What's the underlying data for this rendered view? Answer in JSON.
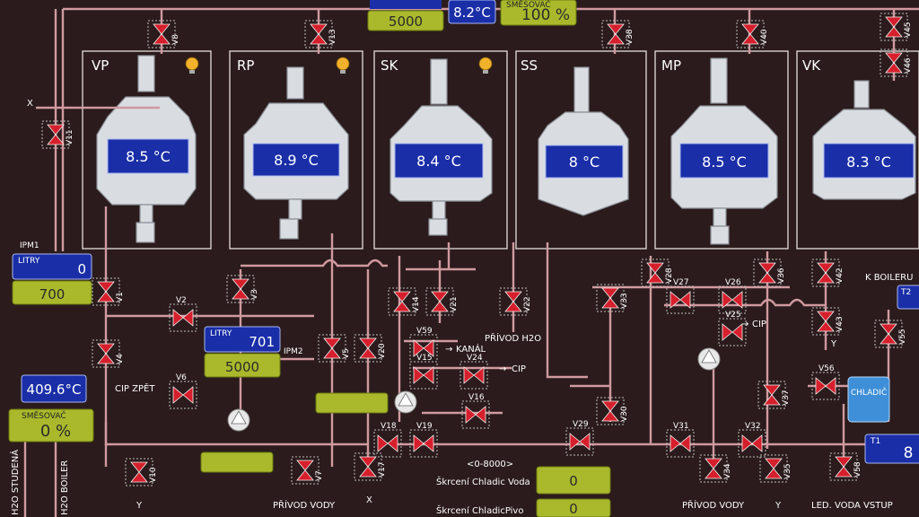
{
  "top": {
    "value_green": "5000",
    "temp_mid": "8.2°C",
    "smesovac_small": "SMĚSOVAČ",
    "smesovac_value": "100 %"
  },
  "tanks": [
    {
      "label": "VP",
      "temp": "8.5 °C"
    },
    {
      "label": "RP",
      "temp": "8.9 °C"
    },
    {
      "label": "SK",
      "temp": "8.4 °C"
    },
    {
      "label": "SS",
      "temp": "8   °C"
    },
    {
      "label": "MP",
      "temp": "8.5 °C"
    },
    {
      "label": "VK",
      "temp": "8.3 °C"
    }
  ],
  "left": {
    "x_top": "X",
    "ipm1": "IPM1",
    "litry1_label": "LITRY",
    "litry1_value": "0",
    "litry1_green": "700",
    "temp_409": "409.6°C",
    "smesovac2_label": "SMĚSOVAČ",
    "smesovac2_value": "0  %",
    "h2o_studena": "H2O STUDENÁ",
    "h2o_boiler": "H2O BOILER"
  },
  "center": {
    "litry2_label": "LITRY",
    "litry2_value": "701",
    "litry2_green": "5000",
    "ipm2": "IPM2",
    "cip_zpet": "CIP ZPĚT",
    "kanal": "KANÁL",
    "cip1": "CIP",
    "privod_h2o": "PŘÍVOD H2O",
    "privod_vody": "PŘÍVOD VODY",
    "y1": "Y",
    "x_bottom": "X",
    "range": "<0-8000>",
    "skrceni1": "Škrcení Chladic Voda",
    "skrceni1_value": "0",
    "skrceni2": "Škrcení ChladicPivo",
    "skrceni2_value": "0"
  },
  "right": {
    "cip2": "CIP",
    "k_boileru": "K BOILERU",
    "t2": "T2",
    "chladic": "CHLADIČ",
    "t1": "T1",
    "t1_value": "8",
    "privod_vody2": "PŘÍVOD VODY",
    "y2": "Y",
    "y3": "Y",
    "led_voda": "LED. VODA VSTUP"
  },
  "valves": [
    "V8",
    "V13",
    "V38",
    "V40",
    "V45",
    "V46",
    "V11",
    "V1",
    "V2",
    "V3",
    "V4",
    "V6",
    "V10",
    "V7",
    "V5",
    "V20",
    "V14",
    "V21",
    "V22",
    "V59",
    "V15",
    "V24",
    "V16",
    "V18",
    "V19",
    "V17",
    "V33",
    "V28",
    "V27",
    "V26",
    "V36",
    "V42",
    "V43",
    "V25",
    "V55",
    "V56",
    "V37",
    "V30",
    "V29",
    "V31",
    "V32",
    "V34",
    "V35",
    "V58"
  ]
}
